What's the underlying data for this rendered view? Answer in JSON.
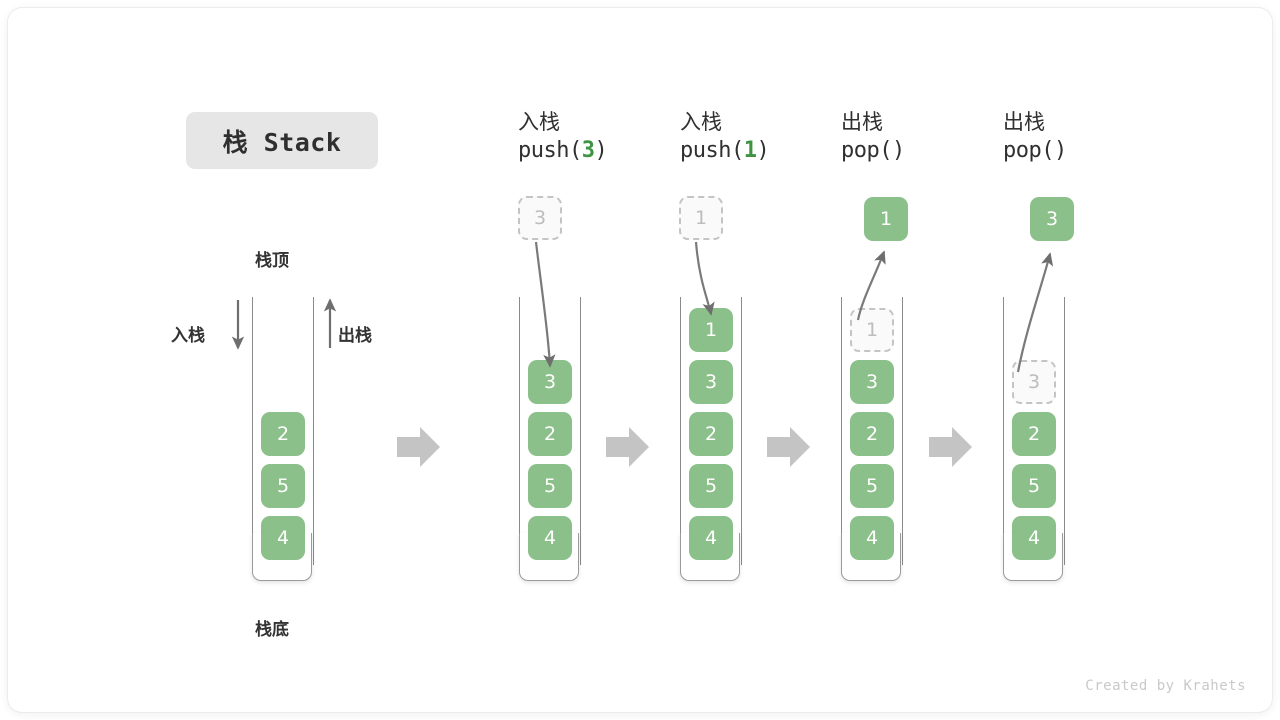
{
  "title_badge": {
    "text": "栈 Stack"
  },
  "labels": {
    "stack_top": "栈顶",
    "stack_bottom": "栈底",
    "push_side": "入栈",
    "pop_side": "出栈"
  },
  "columns": [
    {
      "id": "initial",
      "cn": "",
      "code": "",
      "code_arg": "",
      "items": [
        "2",
        "5",
        "4"
      ],
      "ghost_top": null,
      "floating": null
    },
    {
      "id": "push-3",
      "cn": "入栈",
      "code_prefix": "push(",
      "code_arg": "3",
      "code_suffix": ")",
      "items": [
        "3",
        "2",
        "5",
        "4"
      ],
      "incoming_value": "3"
    },
    {
      "id": "push-1",
      "cn": "入栈",
      "code_prefix": "push(",
      "code_arg": "1",
      "code_suffix": ")",
      "items": [
        "1",
        "3",
        "2",
        "5",
        "4"
      ],
      "incoming_value": "1"
    },
    {
      "id": "pop-1",
      "cn": "出栈",
      "code_prefix": "pop(",
      "code_arg": "",
      "code_suffix": ")",
      "items": [
        "3",
        "2",
        "5",
        "4"
      ],
      "ghost_in_stack": "1",
      "popped_value": "1"
    },
    {
      "id": "pop-3",
      "cn": "出栈",
      "code_prefix": "pop(",
      "code_arg": "",
      "code_suffix": ")",
      "items": [
        "2",
        "5",
        "4"
      ],
      "ghost_in_stack": "3",
      "popped_value": "3"
    }
  ],
  "separators": [
    "step-arrow",
    "step-arrow",
    "step-arrow",
    "step-arrow"
  ],
  "credit": "Created by Krahets",
  "colors": {
    "element_green": "#8cc08a",
    "accent_green": "#3e9443",
    "badge_gray": "#e6e6e6",
    "arrow_gray": "#6e6e6e",
    "step_arrow_gray": "#c4c4c4",
    "ghost_border": "#c4c4c4"
  }
}
